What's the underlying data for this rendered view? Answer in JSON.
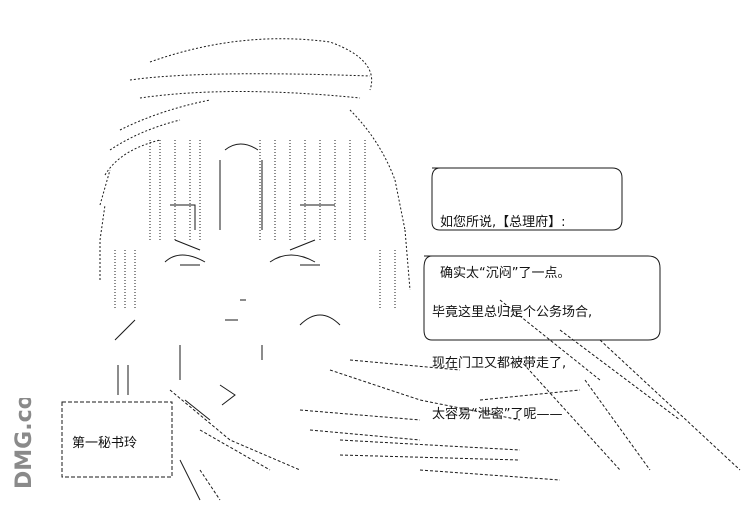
{
  "bubbles": {
    "first": {
      "line1": "如您所说,【总理府】:",
      "line2": "确实太“沉闷”了一点。"
    },
    "second": {
      "line1": "毕竟这里总归是个公务场合,",
      "line2": "现在门卫又都被带走了,",
      "line3": "太容易“泄密”了呢——"
    }
  },
  "nameplate": {
    "label": "第一秘书玲"
  },
  "watermark": {
    "text": "DMG.com"
  },
  "colors": {
    "ink": "#1a1a1a",
    "background": "#ffffff",
    "logo": "#8a8a8a"
  }
}
